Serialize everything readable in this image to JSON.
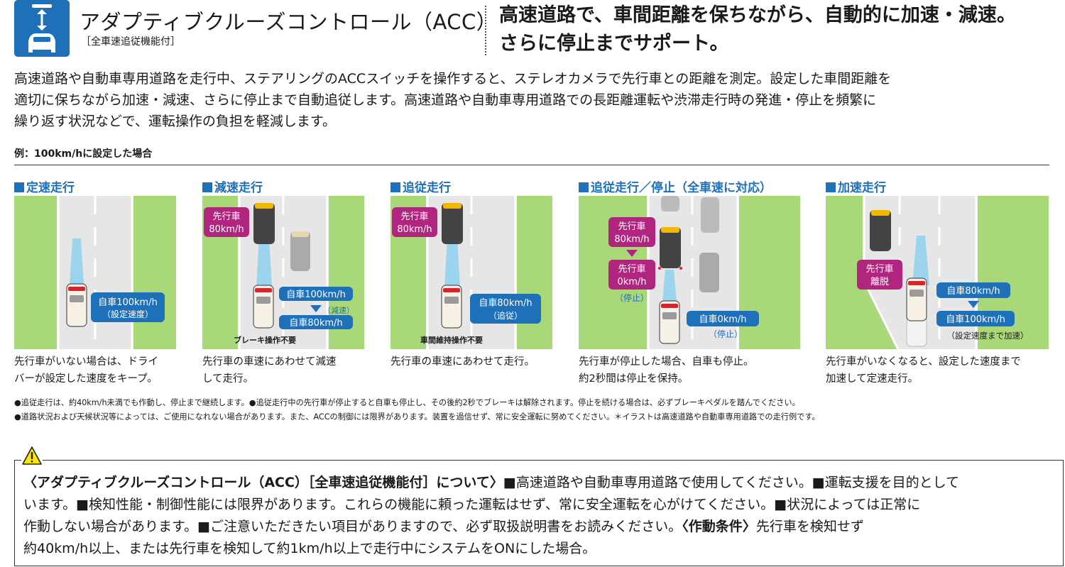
{
  "header": {
    "title": "アダプティブクルーズコントロール（ACC）",
    "subtitle": "［全車速追従機能付］",
    "tagline_line1": "高速道路で、車間距離を保ちながら、自動的に加速・減速。",
    "tagline_line2": "さらに停止までサポート。",
    "icon": "acc-car-distance-icon"
  },
  "intro": {
    "line1": "高速道路や自動車専用道路を走行中、ステアリングのACCスイッチを操作すると、ステレオカメラで先行車との距離を測定。設定した車間距離を",
    "line2": "適切に保ちながら加速・減速、さらに停止まで自動追従します。高速道路や自動車専用道路での長距離運転や渋滞走行時の発進・停止を頻繁に",
    "line3": "繰り返す状況などで、運転操作の負担を軽減します。"
  },
  "example_label": "例：100km/hに設定した場合",
  "panels": [
    {
      "title": "定速走行",
      "own_speed": "自車100km/h",
      "own_note": "（設定速度）",
      "caption1": "先行車がいない場合は、ドライ",
      "caption2": "バーが設定した速度をキープ。"
    },
    {
      "title": "減速走行",
      "lead_label": "先行車",
      "lead_speed": "80km/h",
      "own_from": "自車100km/h",
      "change_note": "（減速）",
      "own_to": "自車80km/h",
      "footnote": "ブレーキ操作不要",
      "caption1": "先行車の車速にあわせて減速",
      "caption2": "して走行。"
    },
    {
      "title": "追従走行",
      "lead_label": "先行車",
      "lead_speed": "80km/h",
      "own_speed": "自車80km/h",
      "own_note": "（追従）",
      "footnote": "車間維持操作不要",
      "caption1": "先行車の車速にあわせて走行。"
    },
    {
      "title": "追従走行／停止（全車速に対応）",
      "lead_label": "先行車",
      "lead_speed": "80km/h",
      "lead_label2": "先行車",
      "lead_speed2": "0km/h",
      "lead_note": "（停止）",
      "own_speed": "自車0km/h",
      "own_note": "（停止）",
      "caption1": "先行車が停止した場合、自車も停止。",
      "caption2": "約2秒間は停止を保持。"
    },
    {
      "title": "加速走行",
      "lead_label1": "先行車",
      "lead_label2": "離脱",
      "own_from": "自車80km/h",
      "own_to": "自車100km/h",
      "change_note": "（設定速度まで加速）",
      "caption1": "先行車がいなくなると、設定した速度まで",
      "caption2": "加速して定速走行。"
    }
  ],
  "notes": {
    "line1": "●追従走行は、約40km/h未満でも作動し、停止まで継続します。●追従走行中の先行車が停止すると自車も停止し、その後約2秒でブレーキは解除されます。停止を続ける場合は、必ずブレーキペダルを踏んでください。",
    "line2": "●道路状況および天候状況等によっては、ご使用になれない場合があります。また、ACCの制御には限界があります。装置を過信せず、常に安全運転に努めてください。＊イラストは高速道路や自動車専用道路での走行例です。"
  },
  "warning": {
    "icon": "warning-triangle-icon",
    "heading": "〈アダプティブクルーズコントロール（ACC）［全車速追従機能付］について〉",
    "line1_rest": "■高速道路や自動車専用道路で使用してください。■運転支援を目的として",
    "line2": "います。■検知性能・制御性能には限界があります。これらの機能に頼った運転はせず、常に安全運転を心がけてください。■状況によっては正常に",
    "line3_start": "作動しない場合があります。■ご注意いただきたい項目がありますので、必ず取扱説明書をお読みください。",
    "condition_label": "〈作動条件〉",
    "line3_end": "先行車を検知せず",
    "line4": "約40km/h以上、または先行車を検知して約1km/h以上で走行中にシステムをONにした場合。"
  },
  "colors": {
    "accent_blue": "#1e70b8",
    "lead_magenta": "#b0267f",
    "grass_green": "#a8d878",
    "road_gray": "#e6e6e6"
  }
}
